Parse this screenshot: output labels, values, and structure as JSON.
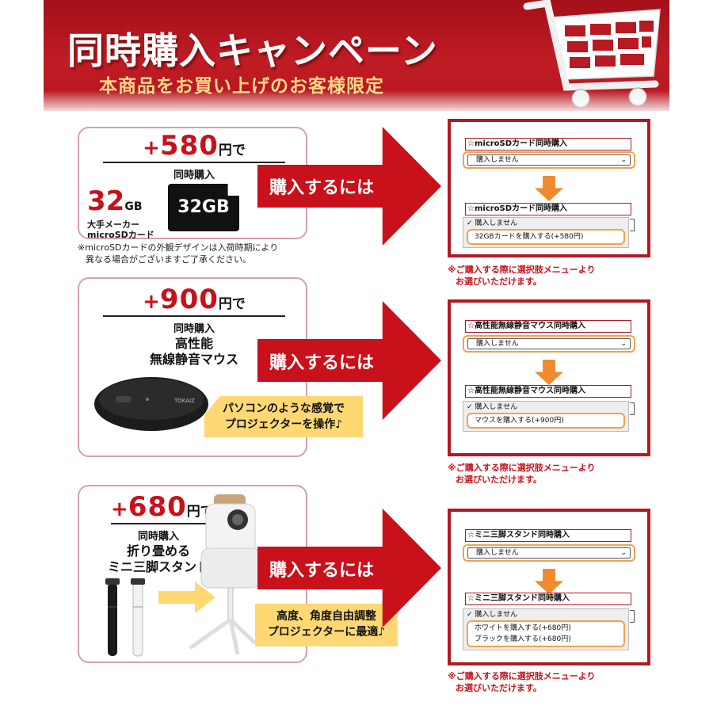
{
  "header": {
    "title": "同時購入キャンペーン",
    "subtitle": "本商品をお買い上げのお客様限定"
  },
  "offers": [
    {
      "price_plus": "+",
      "price": "580",
      "price_suffix": "円で",
      "together": "同時購入",
      "capacity": "32",
      "capacity_unit": "GB",
      "maker": "大手メーカー",
      "maker2": "microSDカード",
      "card_art_text": "32GB",
      "note1": "※microSDカードの外観デザインは入荷時期により",
      "note2": "異なる場合がございますご了承ください。"
    },
    {
      "price_plus": "+",
      "price": "900",
      "price_suffix": "円で",
      "together": "同時購入",
      "name1": "高性能",
      "name2": "無線静音マウス",
      "mouse_brand": "TOKAIZ",
      "banner1": "パソコンのような感覚で",
      "banner2": "プロジェクターを操作♪"
    },
    {
      "price_plus": "+",
      "price": "680",
      "price_suffix": "円で",
      "together": "同時購入",
      "name1": "折り畳める",
      "name2": "ミニ三脚スタンド",
      "banner1": "高度、角度自由調整",
      "banner2": "プロジェクターに最適♪"
    }
  ],
  "arrow_label": "購入するには",
  "selectors": [
    {
      "title": "☆microSDカード同時購入",
      "default": "購入しません",
      "title2": "☆microSDカード同時購入",
      "checked": "✓ 購入しません",
      "options": [
        "32GBカードを購入する(+580円)"
      ]
    },
    {
      "title": "☆高性能無線静音マウス同時購入",
      "default": "購入しません",
      "title2": "☆高性能無線静音マウス同時購入",
      "checked": "✓ 購入しません",
      "options": [
        "マウスを購入する(+900円)"
      ]
    },
    {
      "title": "☆ミニ三脚スタンド同時購入",
      "default": "購入しません",
      "title2": "☆ミニ三脚スタンド同時購入",
      "checked": "✓ 購入しません",
      "options": [
        "ホワイトを購入する(+680円)",
        "ブラックを購入する(+680円)"
      ]
    }
  ],
  "red_note": {
    "line1": "※ご購入する際に選択肢メニューより",
    "line2": "お選びいただけます。"
  },
  "colors": {
    "brand_red": "#c8111b",
    "accent_orange": "#f08a2e",
    "banner_yellow": "#ffd873"
  },
  "icons": [
    "shopping-cart-icon",
    "down-arrow-icon",
    "chevron-down-icon"
  ]
}
